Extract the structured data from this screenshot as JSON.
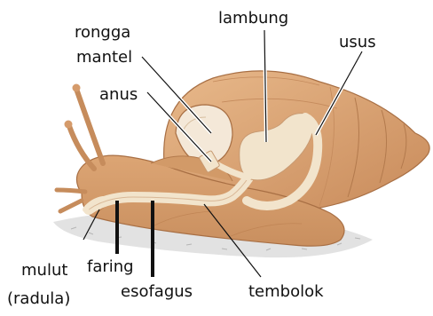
{
  "labels": {
    "rongga_mantel_line1": "rongga",
    "rongga_mantel_line2": "mantel",
    "lambung": "lambung",
    "usus": "usus",
    "anus": "anus",
    "mulut_line1": "mulut",
    "mulut_line2": "(radula)",
    "faring": "faring",
    "esofagus": "esofagus",
    "tembolok": "tembolok"
  },
  "colors": {
    "shell": "#d9a070",
    "shell_dark": "#b37a4d",
    "body": "#dca574",
    "body_dark": "#b98055",
    "organ": "#f2e4cc",
    "ground": "#d8d8d8"
  }
}
